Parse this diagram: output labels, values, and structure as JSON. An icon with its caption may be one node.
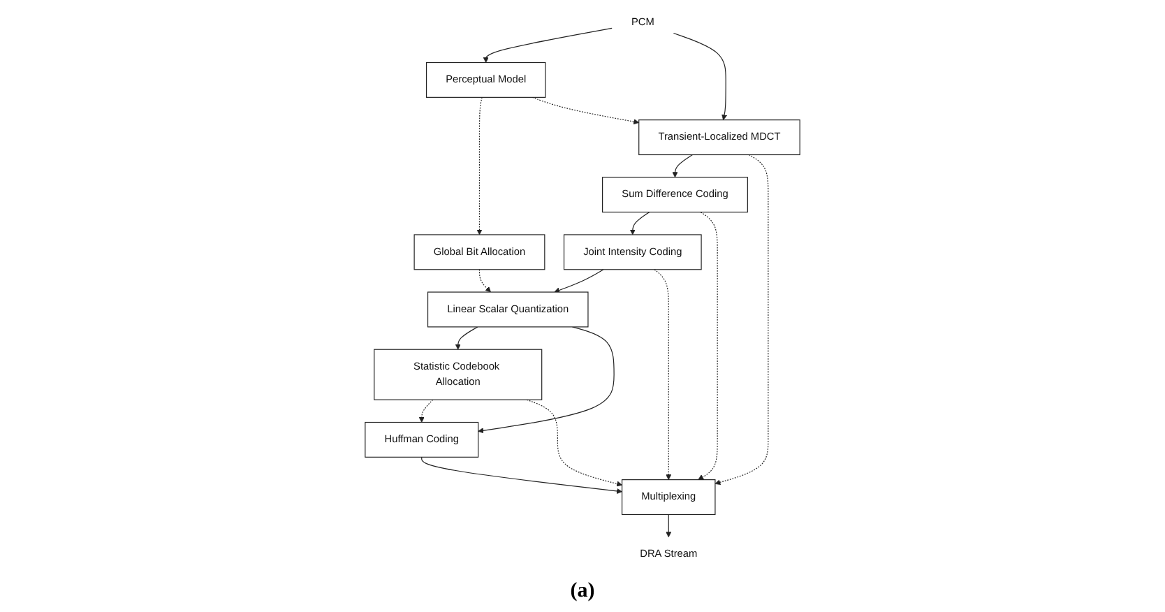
{
  "diagram": {
    "caption": "(a)",
    "nodes": [
      {
        "text": [
          "PCM"
        ]
      },
      {
        "text": [
          "Perceptual Model"
        ]
      },
      {
        "text": [
          "Global Bit Allocation"
        ]
      },
      {
        "text": [
          "Transient-Localized MDCT"
        ]
      },
      {
        "text": [
          "Sum Difference Coding"
        ]
      },
      {
        "text": [
          "Joint Intensity Coding"
        ]
      },
      {
        "text": [
          "Linear Scalar Quantization"
        ]
      },
      {
        "text": [
          "Statistic Codebook Allocation"
        ]
      },
      {
        "text": [
          "Huffman Coding"
        ]
      },
      {
        "text": [
          "Multiplexing"
        ]
      },
      {
        "text": [
          "DRA Stream"
        ]
      }
    ],
    "edges": [
      {
        "from": 0,
        "to": 1,
        "arrow": "to"
      },
      {
        "from": 0,
        "to": 3,
        "arrow": "to"
      },
      {
        "from": 1,
        "to": 2,
        "arrow": "to",
        "style": "dashed"
      },
      {
        "from": 1,
        "to": 3,
        "arrow": "to",
        "style": "dashed"
      },
      {
        "from": 2,
        "to": 6,
        "arrow": "to",
        "style": "dashed"
      },
      {
        "from": 3,
        "to": 4,
        "arrow": "to"
      },
      {
        "from": 4,
        "to": 5,
        "arrow": "to"
      },
      {
        "from": 5,
        "to": 6,
        "arrow": "to"
      },
      {
        "from": 6,
        "to": 7,
        "arrow": "to"
      },
      {
        "from": 6,
        "to": 8,
        "arrow": "to"
      },
      {
        "from": 7,
        "to": 8,
        "arrow": "to",
        "style": "dashed"
      },
      {
        "from": 3,
        "to": 9,
        "arrow": "to",
        "style": "dashed"
      },
      {
        "from": 4,
        "to": 9,
        "arrow": "to",
        "style": "dashed"
      },
      {
        "from": 5,
        "to": 9,
        "arrow": "to",
        "style": "dashed"
      },
      {
        "from": 8,
        "to": 9,
        "arrow": "to"
      },
      {
        "from": 7,
        "to": 9,
        "arrow": "to",
        "style": "dashed"
      },
      {
        "from": 9,
        "to": 10,
        "arrow": "to"
      }
    ]
  }
}
